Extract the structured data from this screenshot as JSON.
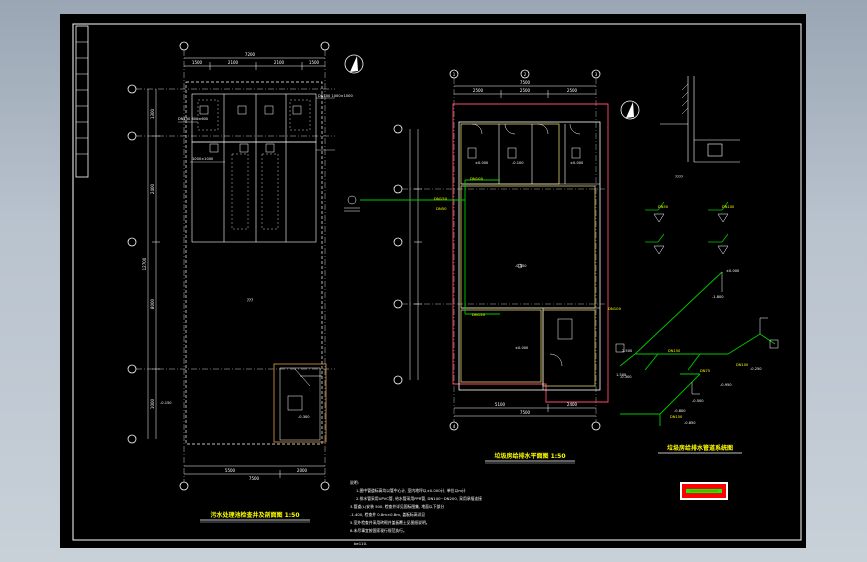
{
  "drawing": {
    "left_plan": {
      "title": "污水处理池检查井及剖面图 1:50",
      "dims_top": [
        "1500",
        "2100",
        "2100",
        "1500"
      ],
      "dim_total_top": "7200",
      "dims_left": [
        "1300",
        "2400",
        "8000",
        "1000"
      ],
      "dim_total_left": "12700",
      "dims_bottom": [
        "5500",
        "2000"
      ],
      "dim_total_bottom": "7500",
      "room_label": "???",
      "pipe_labels": [
        "DN100 1000×1000",
        "DN150 600×600",
        "1000×1000"
      ],
      "level_labels": [
        "-0.150",
        "-0.300"
      ],
      "notes_title": "说明:",
      "notes": [
        "1.图中管道标高均以管中心计, 室内地坪以±0.000计, 单位以m计",
        "2.排水管采用UPVC管, 给水管采用PPR管, DN100~DN200, 采用承插连接",
        "3.管道(L)安装 500, 检查井详见国标图集, 地面以下部分",
        "-1.400, 检查井 0.8m×0.8m, 盖板标高详见",
        "5.室外检查井采用砖砌井盖板覆土见图纸说明。",
        "6.未尽事宜按国家现行规范执行。"
      ],
      "extra_note": "be110."
    },
    "middle_plan": {
      "title": "垃圾房给排水平面图 1:50",
      "dims_top": [
        "2500",
        "2500",
        "2500"
      ],
      "dim_total_top": "7500",
      "dims_bottom": [
        "5100",
        "2400"
      ],
      "dim_total_bottom": "7500",
      "axis_numbers": [
        "1",
        "2",
        "3",
        "4"
      ],
      "room_levels": [
        "±0.000",
        "-0.100",
        "±0.000",
        "-0.050",
        "±0.000"
      ],
      "pipe_labels": [
        "DN150",
        "DN100",
        "DN50",
        "DN150",
        "DN100"
      ]
    },
    "right_system": {
      "title": "垃圾房给排水管道系统图",
      "section_label": "????",
      "level_labels": [
        "±0.000",
        "-1.800",
        "-0.950",
        "-0.800",
        "-0.850",
        "-0.500",
        "-0.300",
        "-0.250",
        "1.500",
        "2.500"
      ],
      "pipe_labels": [
        "DN150",
        "DN100",
        "DN75",
        "DN50",
        "DN150",
        "DN100"
      ]
    },
    "legend_box": {
      "color_bg": "#ff0000",
      "color_mark": "#00ff00",
      "color_border": "#ffffff"
    },
    "colors": {
      "background": "#000000",
      "lines": "#ffffff",
      "pipe_green": "#00c800",
      "wall_red": "#ff4a6e",
      "room_yellow": "#e0d070",
      "label_yellow": "#ffff00"
    }
  }
}
